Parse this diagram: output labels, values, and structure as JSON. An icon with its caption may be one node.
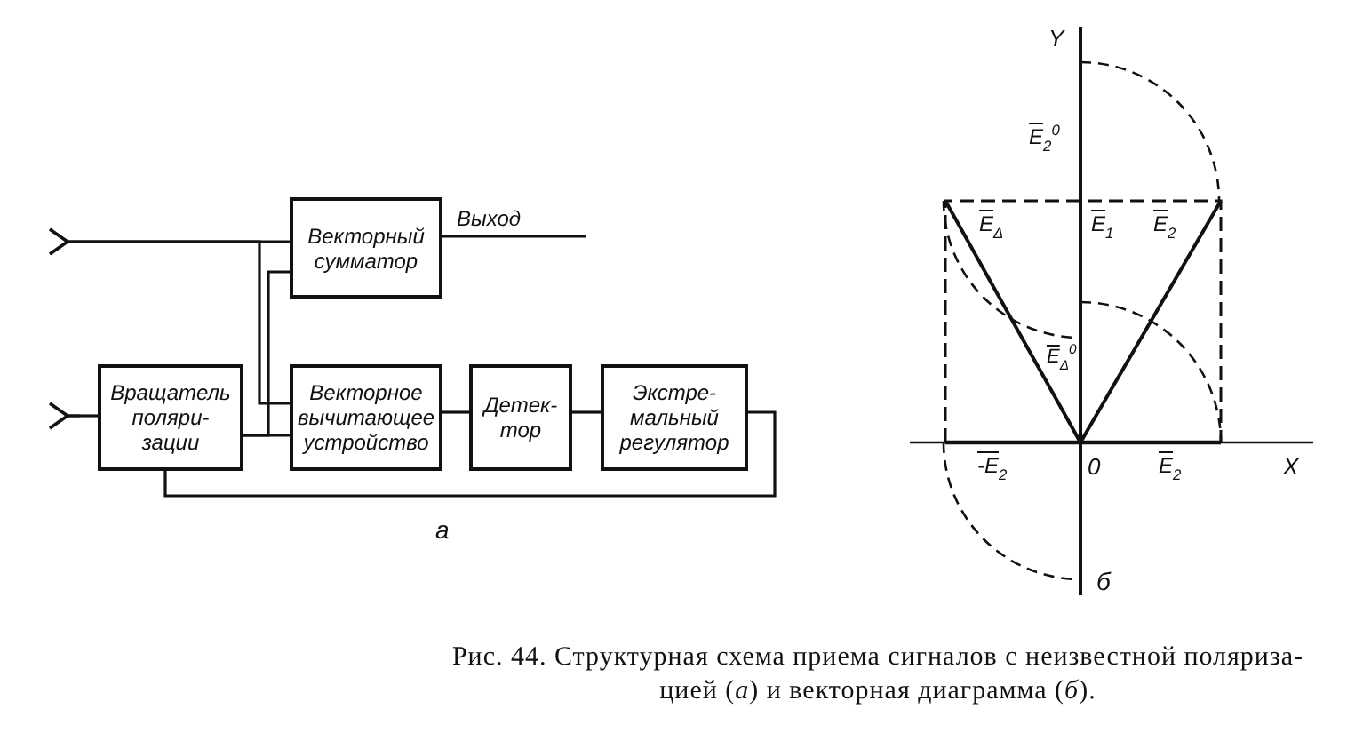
{
  "diagram": {
    "caption": "Рис. 44. Структурная схема приема сигналов с неизвестной поляриза- цией (*а*) и векторная диаграмма (*б*).",
    "nodes": [
      {
        "text": [],
        "shape": "antenna"
      },
      {
        "text": [
          "Векторный сумматор"
        ]
      },
      {
        "text": [],
        "shape": "antenna"
      },
      {
        "text": [
          "Вращатель поляри- зации"
        ]
      },
      {
        "text": [
          "Векторное вычитающее устройство"
        ]
      },
      {
        "text": [
          "Детек- тор"
        ]
      },
      {
        "text": [
          "Экстре- мальный регулятор"
        ]
      }
    ],
    "edges": [
      {
        "from": 0,
        "to": 1,
        "arrow": "none"
      },
      {
        "from": 0,
        "to": 4,
        "arrow": "none"
      },
      {
        "from": 2,
        "to": 3,
        "arrow": "none"
      },
      {
        "from": 3,
        "to": 4,
        "arrow": "none"
      },
      {
        "from": 3,
        "to": 1,
        "arrow": "none"
      },
      {
        "from": 4,
        "to": 5,
        "arrow": "none"
      },
      {
        "from": 5,
        "to": 6,
        "arrow": "none"
      },
      {
        "from": 6,
        "to": 3,
        "arrow": "none"
      },
      {
        "from": 1,
        "to": null,
        "arrow": "none",
        "label": "Выход"
      }
    ],
    "labels": [
      "а",
      "Y",
      "E$_{2}$$^{0}$",
      "E$_{Δ}$",
      "E$_{1}$",
      "E$_{2}$",
      "E$_{Δ}$$^{0}$",
      "-E$_{2}$",
      "0",
      "E$_{2}$",
      "X",
      "б"
    ]
  }
}
